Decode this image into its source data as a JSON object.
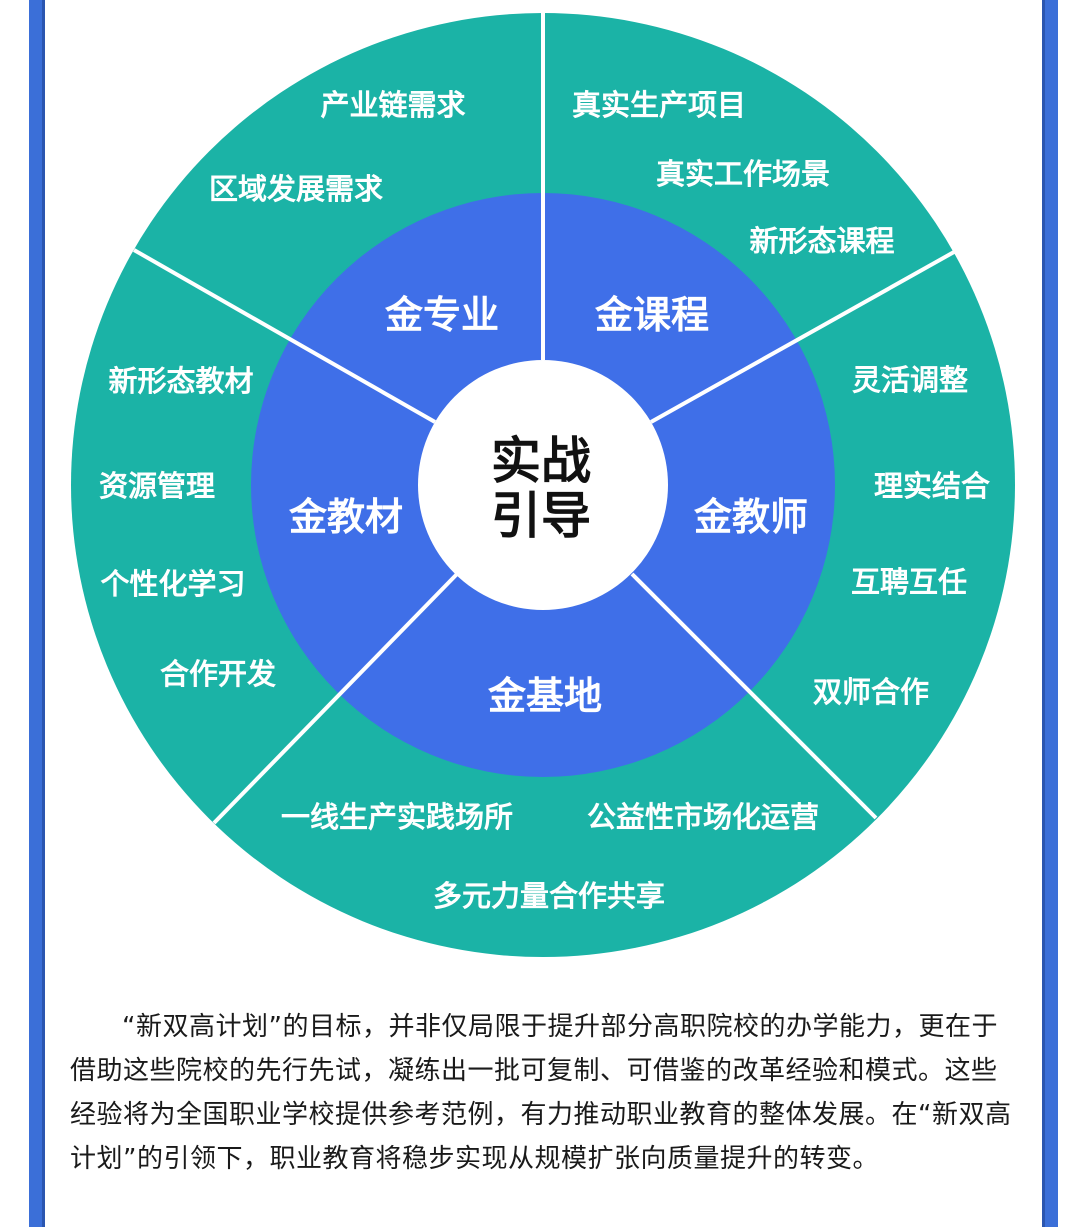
{
  "center": {
    "line1": "实战",
    "line2": "引导"
  },
  "inner_segments": [
    {
      "key": "major",
      "label": "金专业"
    },
    {
      "key": "course",
      "label": "金课程"
    },
    {
      "key": "teacher",
      "label": "金教师"
    },
    {
      "key": "base",
      "label": "金基地"
    },
    {
      "key": "textbook",
      "label": "金教材"
    }
  ],
  "outer_items": {
    "major": [
      "产业链需求",
      "区域发展需求"
    ],
    "course": [
      "真实生产项目",
      "真实工作场景",
      "新形态课程"
    ],
    "teacher": [
      "灵活调整",
      "理实结合",
      "互聘互任",
      "双师合作"
    ],
    "base": [
      "一线生产实践场所",
      "公益性市场化运营",
      "多元力量合作共享"
    ],
    "textbook": [
      "新形态教材",
      "资源管理",
      "个性化学习",
      "合作开发"
    ]
  },
  "paragraph": "“新双高计划”的目标，并非仅局限于提升部分高职院校的办学能力，更在于借助这些院校的先行先试，凝练出一批可复制、可借鉴的改革经验和模式。这些经验将为全国职业学校提供参考范例，有力推动职业教育的整体发展。在“新双高计划”的引领下，职业教育将稳步实现从规模扩张向质量提升的转变。",
  "colors": {
    "outer_ring": "#1bb3a6",
    "inner_ring": "#3f6fe8",
    "center": "#ffffff",
    "divider": "#ffffff",
    "text_light": "#ffffff",
    "text_dark": "#111111",
    "frame": "#3b6fd8"
  }
}
